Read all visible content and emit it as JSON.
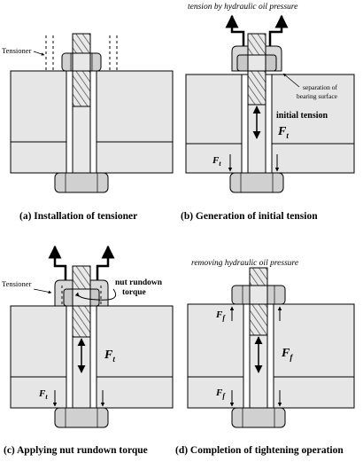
{
  "panels": {
    "a": {
      "caption": "(a) Installation of tensioner",
      "tensioner_label": "Tensioner"
    },
    "b": {
      "caption": "(b) Generation of initial tension",
      "top_note": "tension by hydraulic oil pressure",
      "separation_note_line1": "separation of",
      "separation_note_line2": "bearing surface",
      "initial_tension_label": "initial tension",
      "force_main": "F",
      "force_main_sub": "t",
      "force_small": "F",
      "force_small_sub": "t"
    },
    "c": {
      "caption": "(c) Applying nut rundown torque",
      "tensioner_label": "Tensioner",
      "torque_line1": "nut rundown",
      "torque_line2": "torque",
      "force_main": "F",
      "force_main_sub": "t",
      "force_small": "F",
      "force_small_sub": "t"
    },
    "d": {
      "caption": "(d) Completion of tightening operation",
      "top_note": "removing hydraulic oil pressure",
      "force_main": "F",
      "force_main_sub": "f",
      "force_top": "F",
      "force_top_sub": "f",
      "force_bottom": "F",
      "force_bottom_sub": "f"
    }
  }
}
